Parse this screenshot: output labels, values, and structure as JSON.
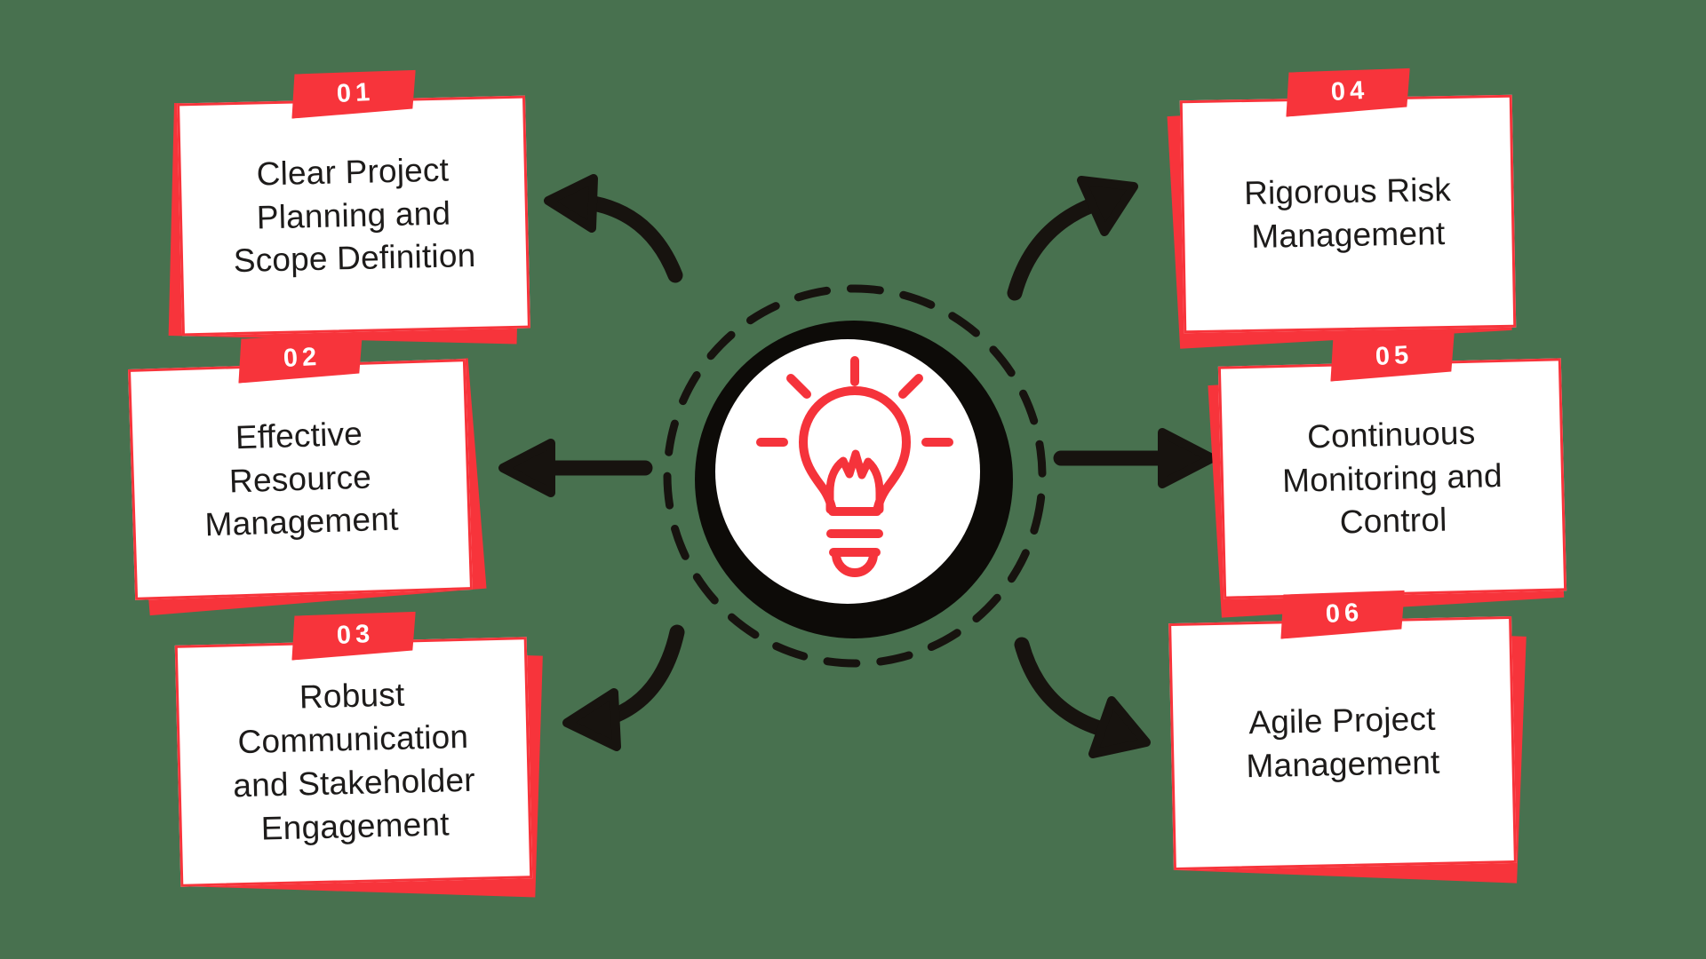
{
  "colors": {
    "bg": "#48714F",
    "accent": "#F7343B",
    "ink": "#17130F",
    "paper": "#FFFFFF",
    "text": "#1D1B1A"
  },
  "icons": {
    "center": "lightbulb-icon"
  },
  "cards": [
    {
      "number": "01",
      "title": "Clear Project\nPlanning and\nScope Definition"
    },
    {
      "number": "02",
      "title": "Effective\nResource\nManagement"
    },
    {
      "number": "03",
      "title": "Robust\nCommunication\nand Stakeholder\nEngagement"
    },
    {
      "number": "04",
      "title": "Rigorous Risk\nManagement"
    },
    {
      "number": "05",
      "title": "Continuous\nMonitoring and\nControl"
    },
    {
      "number": "06",
      "title": "Agile Project\nManagement"
    }
  ]
}
